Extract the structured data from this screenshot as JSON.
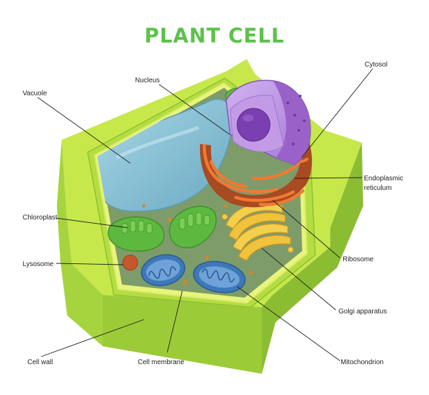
{
  "title": "PLANT CELL",
  "colors": {
    "title": "#5cc24a",
    "cell_wall": "#9fd23c",
    "cell_wall_light": "#c8ea4c",
    "cytoplasm": "#7d9c6a",
    "vacuole": "#79b7cc",
    "nucleus": "#b98ee0",
    "nucleolus": "#7a3fb0",
    "endoplasmic_reticulum": "#e5642c",
    "golgi_apparatus": "#f0c33a",
    "chloroplast": "#5db83f",
    "mitochondrion": "#3e78b8",
    "lysosome": "#c4572e"
  },
  "labels": {
    "vacuole": "Vacuole",
    "nucleus": "Nucleus",
    "cytosol": "Cytosol",
    "endoplasmic_reticulum": [
      "Endoplasmic",
      "reticulum"
    ],
    "chloroplast": "Chloroplast",
    "lysosome": "Lysosome",
    "ribosome": "Ribosome",
    "golgi_apparatus": "Golgi apparatus",
    "cell_wall": "Cell wall",
    "cell_membrane": "Cell membrane",
    "mitochondrion": "Mitochondrion"
  }
}
